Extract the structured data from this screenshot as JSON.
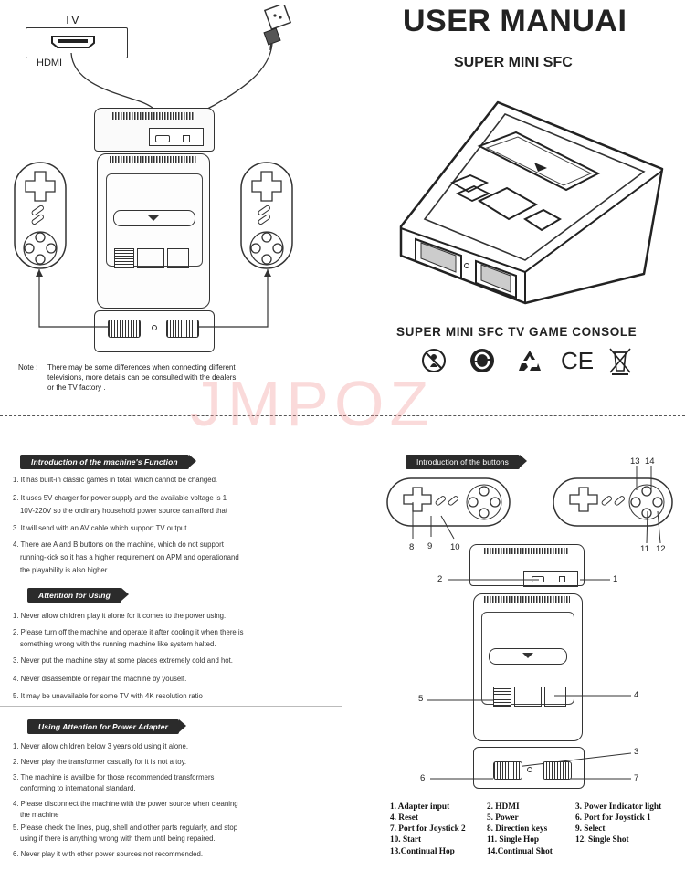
{
  "watermark": "JMPOZ",
  "top_left": {
    "tv_label": "TV",
    "hdmi_label": "HDMI",
    "note_prefix": "Note :",
    "note_lines": [
      "There may be some differences when connecting different",
      "televisions, more details can be consulted with the dealers",
      "or the TV factory ."
    ]
  },
  "top_right": {
    "title": "USER MANUAI",
    "subtitle": "SUPER MINI SFC",
    "product_line": "SUPER MINI SFC TV GAME CONSOLE",
    "cert_icons": [
      "no-child-icon",
      "green-dot-icon",
      "recycle-icon",
      "ce-mark-icon",
      "weee-bin-icon"
    ],
    "ce_text": "CE"
  },
  "bottom_left": {
    "section1_title": "Introduction of the machine's Function",
    "section1_items": [
      "1. It has built-in classic games in total, which cannot be changed.",
      "2. It uses 5V charger for power supply and the available voltage is 1",
      "   10V-220V so the ordinary household power source can afford that",
      "3. It will send with an AV cable which support TV output",
      "4. There are A and B buttons on the machine, which do not support",
      "   running-kick so it has a higher requirement on APM and operationand",
      "   the playability is also higher"
    ],
    "section2_title": "Attention for Using",
    "section2_items": [
      "1. Never allow children play it alone for it comes to the power using.",
      "2. Please turn off the machine and operate it after cooling it when there is",
      "   something wrong with the running machine like system halted.",
      "3. Never put the machine stay at some places extremely cold and hot.",
      "4. Never disassemble or repair the machine by youself.",
      "5. It may be unavailable for some TV with 4K resolution ratio"
    ],
    "section3_title": "Using Attention for Power Adapter",
    "section3_items": [
      "1. Never allow children below 3 years old using it alone.",
      "2. Never play the transformer casually for it is not a toy.",
      "3. The machine is availble for those recommended transformers",
      "   conforming to international standard.",
      "4. Please disconnect the machine with the power source when cleaning",
      "   the machine",
      "5. Please check the lines, plug, shell and other parts regularly, and stop",
      "   using if there is anything wrong with them until being repaired.",
      "6. Never play it with other power sources not recommended."
    ]
  },
  "bottom_right": {
    "section_title": "Introduction of the buttons",
    "callouts": {
      "n1": "1",
      "n2": "2",
      "n3": "3",
      "n4": "4",
      "n5": "5",
      "n6": "6",
      "n7": "7",
      "n8": "8",
      "n9": "9",
      "n10": "10",
      "n11": "11",
      "n12": "12",
      "n13": "13",
      "n14": "14"
    },
    "legend": [
      [
        "1. Adapter input",
        "2. HDMI",
        "3. Power Indicator light"
      ],
      [
        "4. Reset",
        "5. Power",
        "6. Port for Joystick 1"
      ],
      [
        "7. Port for Joystick 2",
        "8. Direction keys",
        "9. Select"
      ],
      [
        "10. Start",
        "11. Single Hop",
        "12. Single Shot"
      ],
      [
        "13.Continual Hop",
        "14.Continual Shot",
        ""
      ]
    ]
  }
}
